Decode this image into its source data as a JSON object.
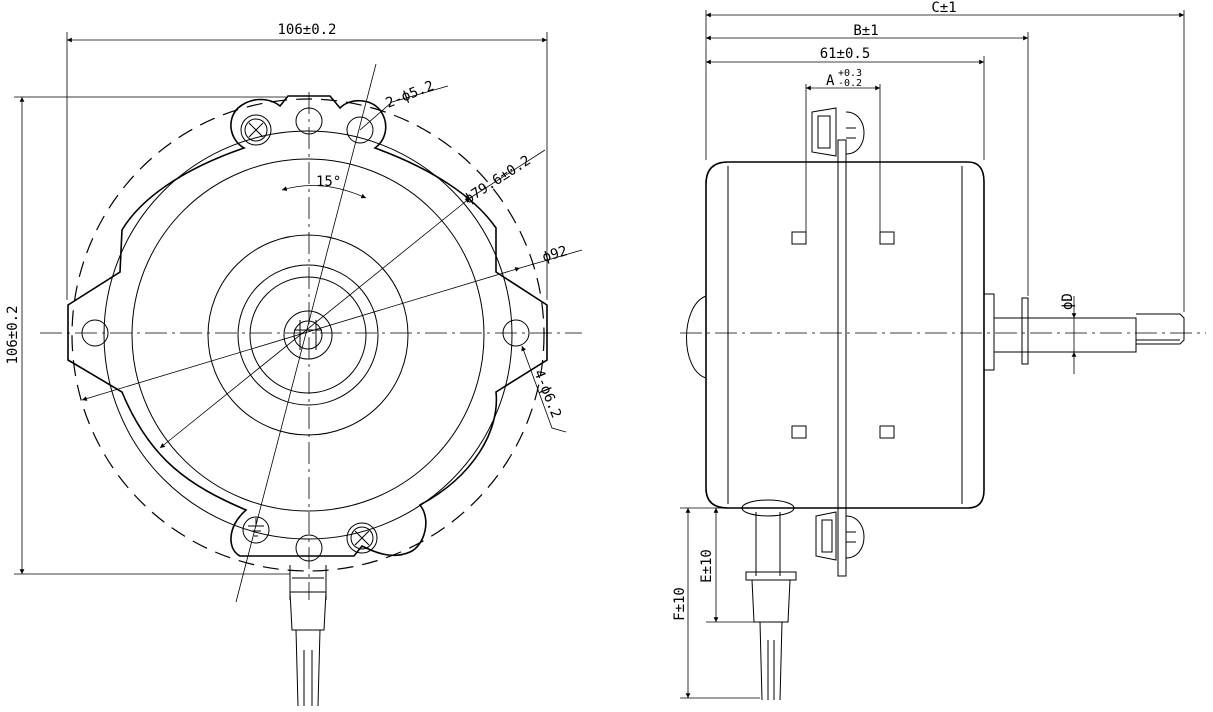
{
  "front_view": {
    "width_dim": "106±0.2",
    "height_dim": "106±0.2",
    "mount_holes": "2-ϕ5.2",
    "pcd": "ϕ79.6±0.2",
    "outer_dia": "ϕ92",
    "side_holes": "4-ϕ6.2",
    "angle": "15°"
  },
  "side_view": {
    "dim_c": "C±1",
    "dim_b": "B±1",
    "dim_61": "61±0.5",
    "dim_a": "A",
    "dim_a_tol_upper": "+0.3",
    "dim_a_tol_lower": "-0.2",
    "shaft_dia": "ϕD",
    "dim_e": "E±10",
    "dim_f": "F±10"
  }
}
